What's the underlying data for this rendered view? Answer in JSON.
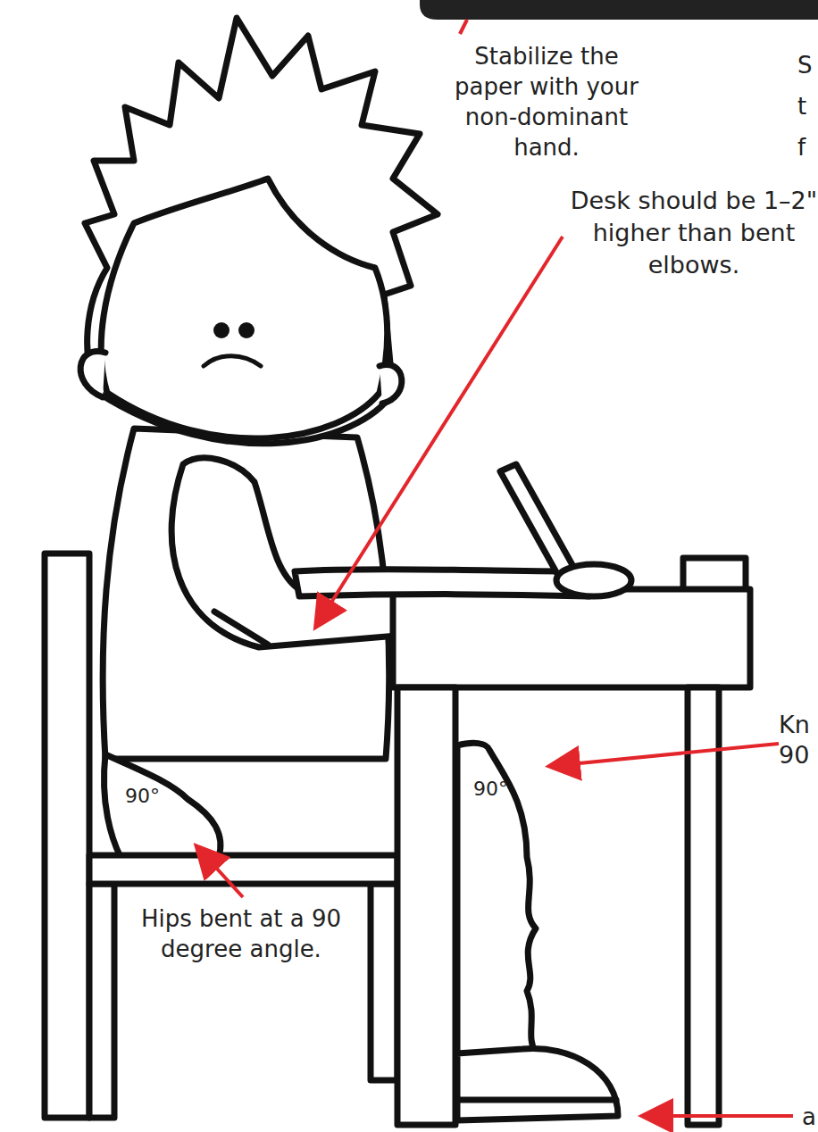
{
  "diagram": {
    "labels": [
      "Stabilize the paper with your non-dominant hand.",
      "S t f",
      "Desk should be 1–2\" higher than bent elbows.",
      "Kn 90",
      "90°",
      "90°",
      "Hips bent at a 90 degree angle.",
      "a"
    ]
  }
}
